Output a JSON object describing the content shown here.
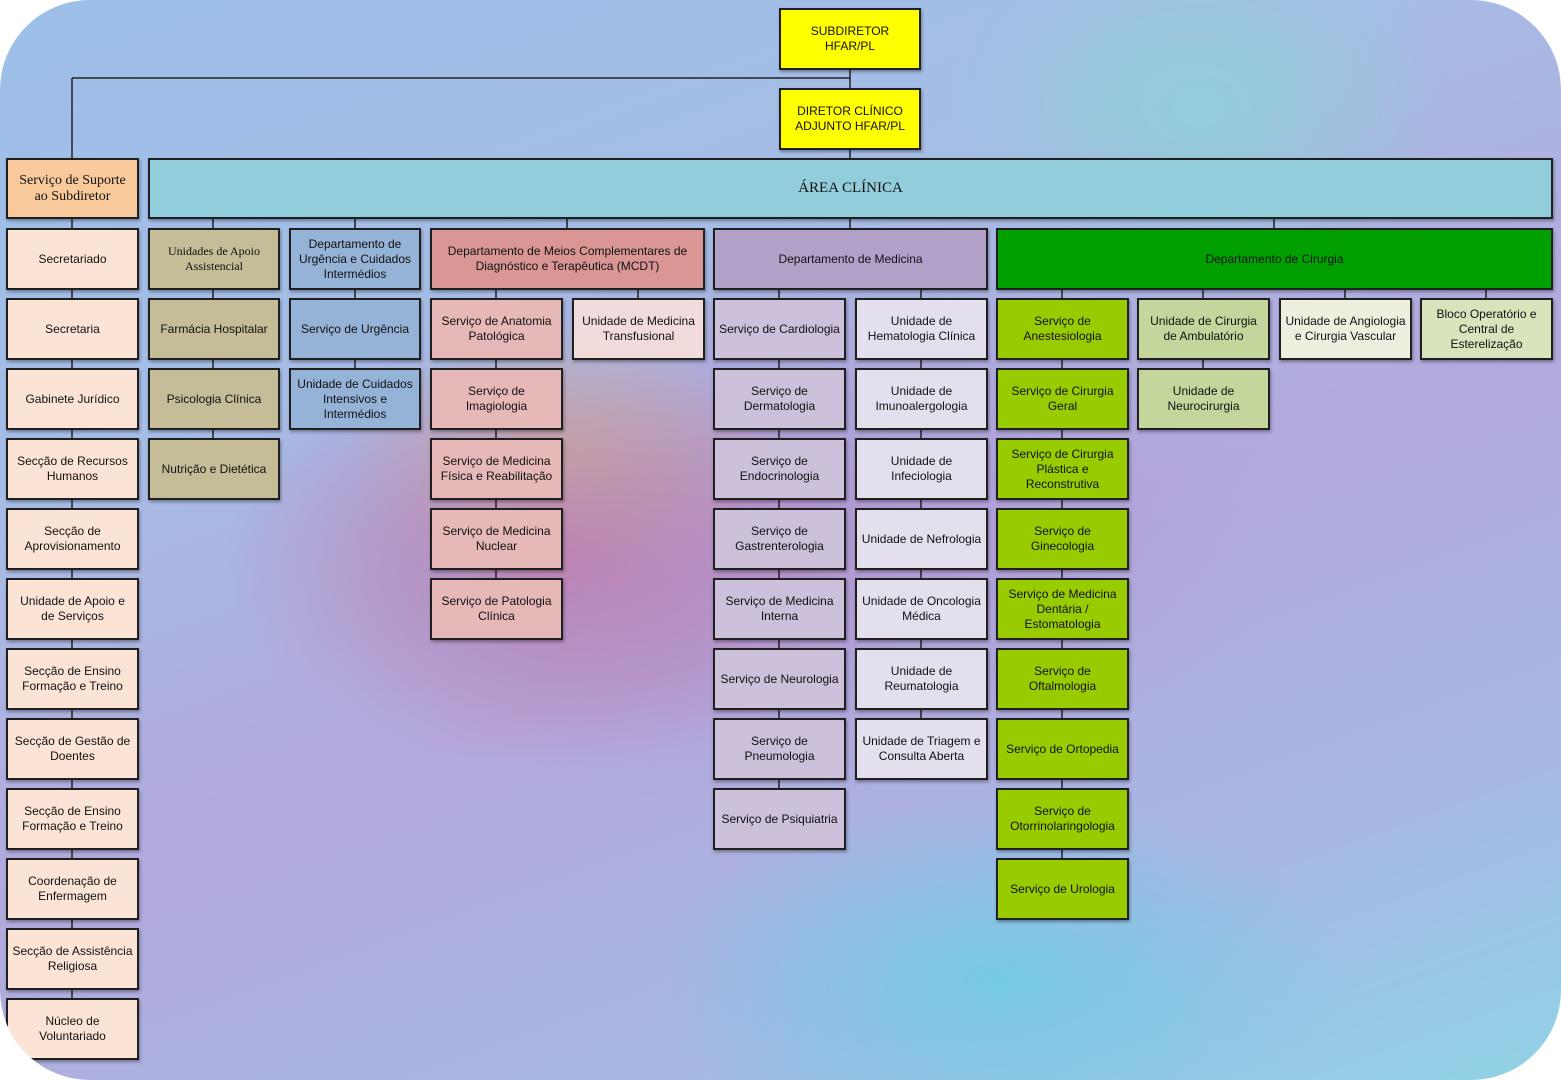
{
  "top": {
    "subdirector": "SUBDIRETOR HFAR/PL",
    "director": "DIRETOR CLÍNICO ADJUNTO HFAR/PL"
  },
  "support": {
    "header": "Serviço de Suporte ao Subdiretor",
    "items": [
      "Secretariado",
      "Secretaria",
      "Gabinete Jurídico",
      "Secção de Recursos Humanos",
      "Secção de Aprovisionamento",
      "Unidade de Apoio e de Serviços",
      "Secção de Ensino Formação e Treino",
      "Secção de Gestão de Doentes",
      "Secção de Ensino Formação e Treino",
      "Coordenação de Enfermagem",
      "Secção de Assistência Religiosa",
      "Núcleo de Voluntariado"
    ]
  },
  "area": "ÁREA CLÍNICA",
  "apoio": {
    "header": "Unidades de Apoio Assistencial",
    "items": [
      "Farmácia Hospitalar",
      "Psicologia Clínica",
      "Nutrição e Dietética"
    ]
  },
  "urgencia": {
    "header": "Departamento de Urgência e Cuidados Intermédios",
    "items": [
      "Serviço de Urgência",
      "Unidade de Cuidados Intensivos e Intermédios"
    ]
  },
  "mcdt": {
    "header": "Departamento de Meios Complementares de Diagnóstico e Terapêutica (MCDT)",
    "col1": [
      "Serviço de Anatomia Patológica",
      "Serviço de Imagiologia",
      "Serviço de Medicina Física e Reabilitação",
      "Serviço de Medicina Nuclear",
      "Serviço de Patologia Clínica"
    ],
    "col2": [
      "Unidade de Medicina Transfusional"
    ]
  },
  "medicina": {
    "header": "Departamento de Medicina",
    "col1": [
      "Serviço de Cardiologia",
      "Serviço de Dermatologia",
      "Serviço de Endocrinologia",
      "Serviço de Gastrenterologia",
      "Serviço de Medicina Interna",
      "Serviço de Neurologia",
      "Serviço de Pneumologia",
      "Serviço de Psiquiatria"
    ],
    "col2": [
      "Unidade de Hematologia Clínica",
      "Unidade de Imunoalergologia",
      "Unidade de Infeciologia",
      "Unidade de Nefrologia",
      "Unidade de Oncologia Médica",
      "Unidade de Reumatologia",
      "Unidade de Triagem e Consulta Aberta"
    ]
  },
  "cirurgia": {
    "header": "Departamento de Cirurgia",
    "col1": [
      "Serviço de Anestesiologia",
      "Serviço de Cirurgia Geral",
      "Serviço de Cirurgia Plástica e Reconstrutiva",
      "Serviço de Ginecologia",
      "Serviço de Medicina Dentária / Estomatologia",
      "Serviço de Oftalmologia",
      "Serviço de Ortopedia",
      "Serviço de Otorrinolaringologia",
      "Serviço de Urologia"
    ],
    "col2": [
      "Unidade de Cirurgia de Ambulatório",
      "Unidade de Neurocirurgia"
    ],
    "col3": [
      "Unidade de Angiologia e Cirurgia Vascular"
    ],
    "col4": [
      "Bloco Operatório e Central de Esterelização"
    ]
  }
}
